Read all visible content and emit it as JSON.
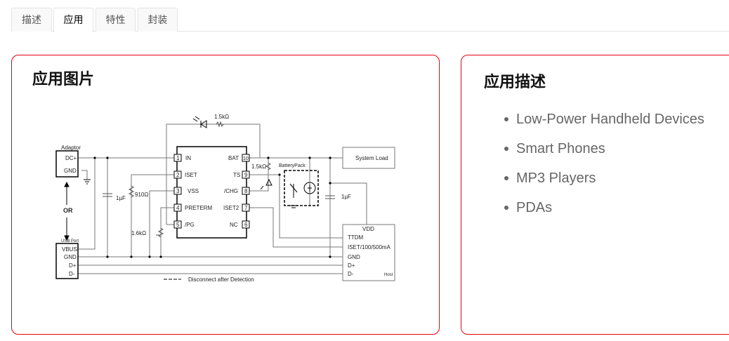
{
  "tabs": [
    {
      "label": "描述"
    },
    {
      "label": "应用",
      "active": true
    },
    {
      "label": "特性"
    },
    {
      "label": "封装"
    }
  ],
  "left_card": {
    "title": "应用图片"
  },
  "right_card": {
    "title": "应用描述",
    "items": [
      "Low-Power Handheld Devices",
      "Smart Phones",
      "MP3 Players",
      "PDAs"
    ]
  },
  "colors": {
    "card_border": "#e60012",
    "list_text": "#666666"
  },
  "schematic": {
    "adaptor": "Adaptor",
    "dc_plus": "DC+",
    "gnd": "GND",
    "or": "OR",
    "usb_port": "USB Port",
    "vbus": "VBUS",
    "d_plus": "D+",
    "d_minus": "D-",
    "pins_left": [
      {
        "n": "1",
        "name": "IN"
      },
      {
        "n": "2",
        "name": "ISET"
      },
      {
        "n": "3",
        "name": "VSS"
      },
      {
        "n": "4",
        "name": "PRETERM"
      },
      {
        "n": "5",
        "name": "/PG"
      }
    ],
    "pins_right": [
      {
        "n": "10",
        "name": "BAT"
      },
      {
        "n": "9",
        "name": "TS"
      },
      {
        "n": "8",
        "name": "/CHG"
      },
      {
        "n": "7",
        "name": "ISET2"
      },
      {
        "n": "6",
        "name": "NC"
      }
    ],
    "r_led": "1.5kΩ",
    "r_chg": "1.5kΩ",
    "cap_in": "1µF",
    "r_iset": "910Ω",
    "r_preterm": "1.6kΩ",
    "cap_out": "1µF",
    "battery_pack": "BatteryPack",
    "system_load": "System Load",
    "host": {
      "vdd": "VDD",
      "ttdm": "TTDM",
      "iset": "ISET/100/500mA",
      "gnd": "GND",
      "d_plus": "D+",
      "d_minus": "D-",
      "label": "Host"
    },
    "legend": "Disconnect after Detection"
  }
}
